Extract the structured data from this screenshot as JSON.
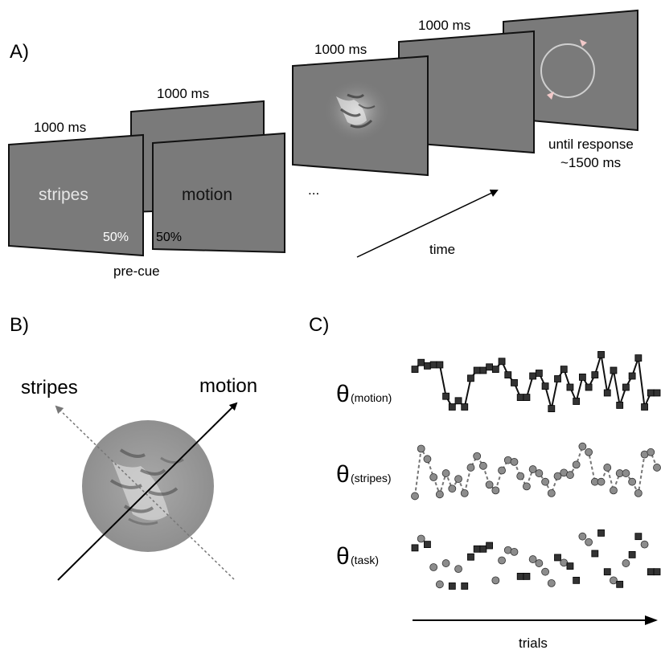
{
  "panel_a": {
    "label": "A)",
    "precue_duration_1": "1000 ms",
    "precue_duration_2": "1000 ms",
    "stimulus_duration": "1000 ms",
    "delay_duration": "1000 ms",
    "cue_word_stripes": "stripes",
    "cue_word_motion": "motion",
    "prob_stripes": "50%",
    "prob_motion": "50%",
    "precue_label": "pre-cue",
    "ellipsis": "...",
    "time_label": "time",
    "response_label_1": "until response",
    "response_label_2": "~1500 ms"
  },
  "panel_b": {
    "label": "B)",
    "stripes_label": "stripes",
    "motion_label": "motion"
  },
  "panel_c": {
    "label": "C)",
    "theta_symbol": "θ",
    "motion_sub": "(motion)",
    "stripes_sub": "(stripes)",
    "task_sub": "(task)",
    "trials_label": "trials"
  },
  "colors": {
    "screen_fill": "#7a7a7a",
    "screen_stroke": "#111111",
    "motion_series": "#111111",
    "stripes_series": "#8c8c8c",
    "task_line": "#e31b1b"
  },
  "series": {
    "motion": [
      0.72,
      0.84,
      0.78,
      0.8,
      0.8,
      0.24,
      0.05,
      0.16,
      0.05,
      0.56,
      0.7,
      0.7,
      0.76,
      0.72,
      0.86,
      0.62,
      0.48,
      0.22,
      0.22,
      0.6,
      0.65,
      0.42,
      0.02,
      0.55,
      0.72,
      0.4,
      0.15,
      0.58,
      0.4,
      0.62,
      0.98,
      0.3,
      0.7,
      0.08,
      0.4,
      0.6,
      0.92,
      0.05,
      0.3,
      0.3
    ],
    "stripes": [
      0.05,
      0.88,
      0.7,
      0.38,
      0.08,
      0.45,
      0.18,
      0.35,
      0.1,
      0.55,
      0.75,
      0.58,
      0.25,
      0.15,
      0.5,
      0.68,
      0.65,
      0.4,
      0.22,
      0.52,
      0.45,
      0.3,
      0.1,
      0.4,
      0.46,
      0.42,
      0.6,
      0.92,
      0.82,
      0.3,
      0.3,
      0.55,
      0.15,
      0.45,
      0.45,
      0.3,
      0.1,
      0.78,
      0.82,
      0.55
    ],
    "task_source": [
      "m",
      "s",
      "m",
      "s",
      "s",
      "s",
      "m",
      "s",
      "m",
      "m",
      "m",
      "m",
      "m",
      "s",
      "s",
      "s",
      "s",
      "m",
      "m",
      "s",
      "s",
      "s",
      "s",
      "m",
      "s",
      "m",
      "m",
      "s",
      "s",
      "m",
      "m",
      "m",
      "s",
      "m",
      "s",
      "m",
      "m",
      "s",
      "m",
      "m"
    ]
  }
}
